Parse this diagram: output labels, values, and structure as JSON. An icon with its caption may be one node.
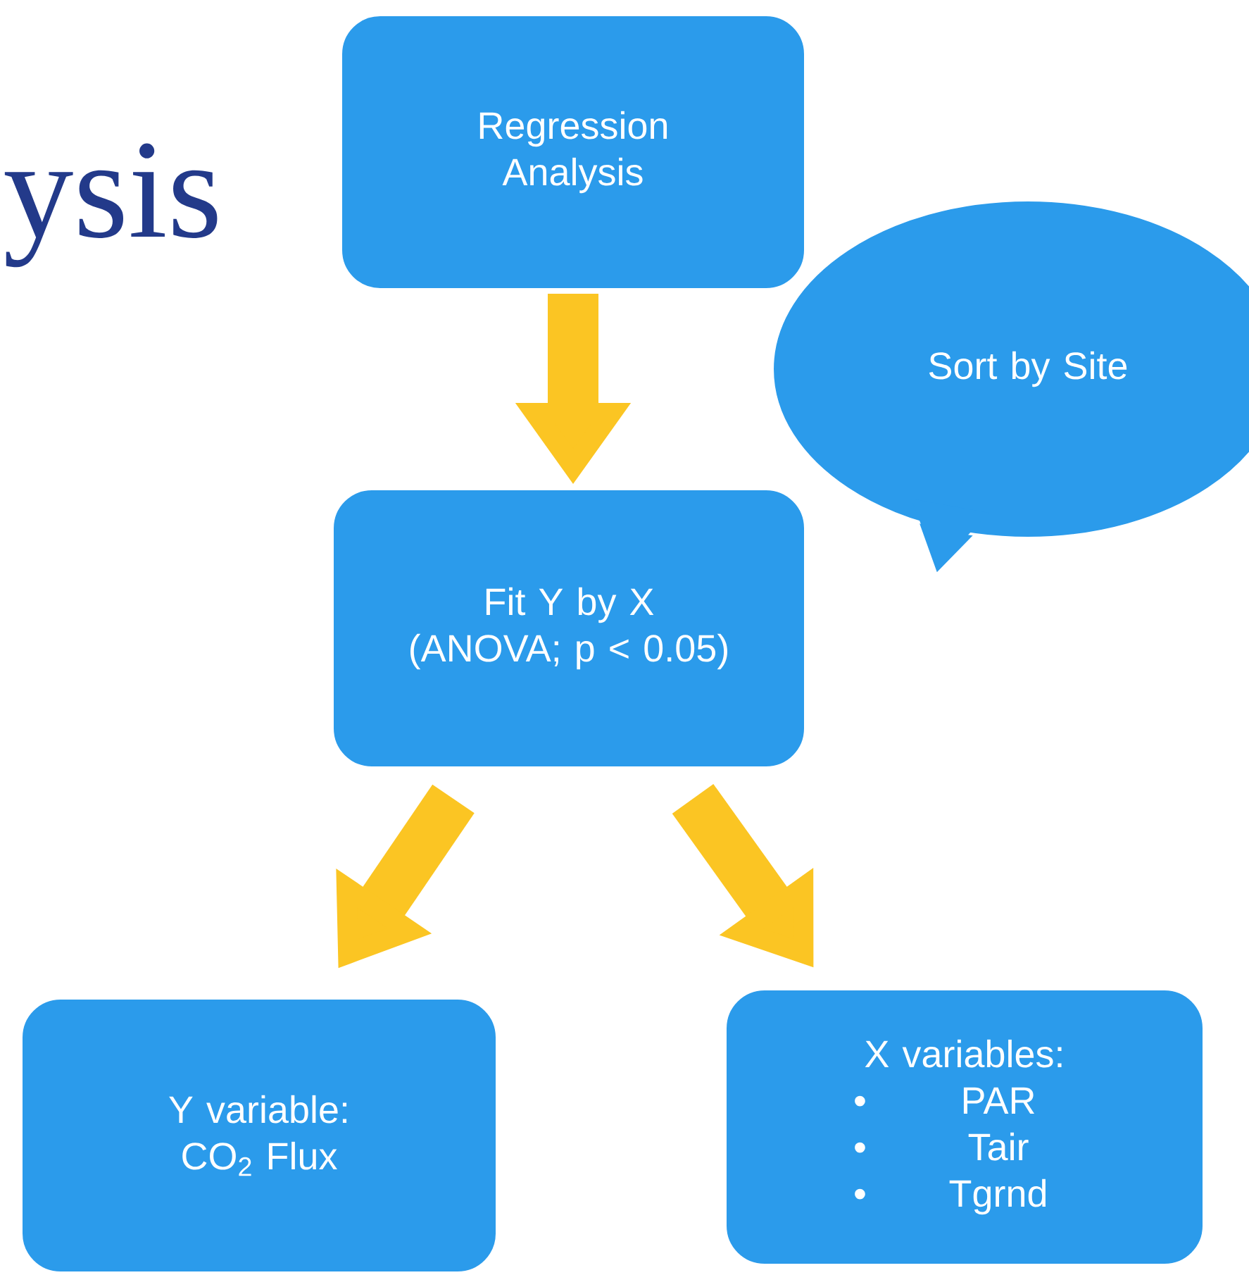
{
  "diagram": {
    "title": "ysis",
    "nodes": [
      {
        "text": [
          "Regression Analysis"
        ]
      },
      {
        "text": [
          "Sort by Site"
        ]
      },
      {
        "text": [
          "Fit Y by X (ANOVA; p < 0.05)"
        ]
      },
      {
        "text": [
          "Y variable: CO$_{2}$ Flux"
        ]
      },
      {
        "text": [
          "X variables:",
          "PAR",
          "Tair",
          "Tgrnd"
        ]
      }
    ],
    "edges": [
      {
        "from": 0,
        "to": 2,
        "arrow": "to"
      },
      {
        "from": 2,
        "to": 3,
        "arrow": "to"
      },
      {
        "from": 2,
        "to": 4,
        "arrow": "to"
      }
    ],
    "labels": [
      "•",
      "•",
      "•"
    ]
  }
}
